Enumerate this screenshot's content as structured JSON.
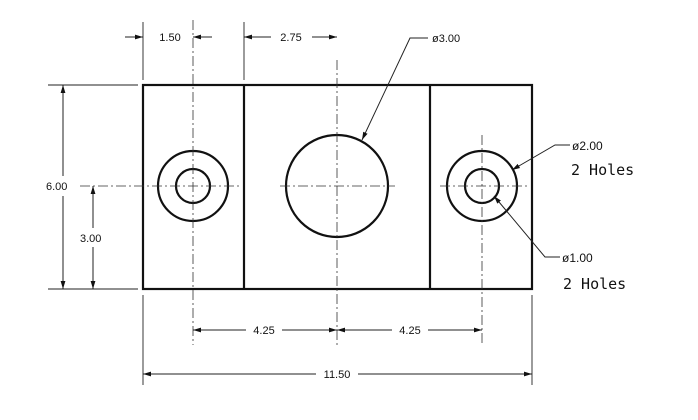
{
  "dimensions": {
    "left_width": "1.50",
    "center_width": "2.75",
    "center_hole": "ø3.00",
    "overall_height": "6.00",
    "hole_height": "3.00",
    "left_to_center": "4.25",
    "center_to_right": "4.25",
    "overall_width": "11.50"
  },
  "notes": {
    "large_holes_dia": "ø2.00",
    "large_holes_qty": "2 Holes",
    "small_holes_dia": "ø1.00",
    "small_holes_qty": "2 Holes"
  }
}
